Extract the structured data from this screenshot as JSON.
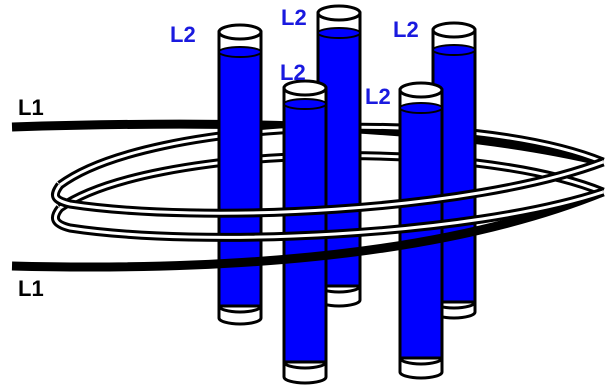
{
  "labels": {
    "primary_top": "L1",
    "primary_bottom": "L1",
    "secondary": [
      "L2",
      "L2",
      "L2",
      "L2",
      "L2"
    ]
  },
  "colors": {
    "rod_fill": "#0000ff",
    "rod_stroke": "#000000",
    "cap_fill": "#ffffff",
    "wire": "#000000",
    "secondary_label": "#1a1adf",
    "primary_label": "#000000"
  }
}
